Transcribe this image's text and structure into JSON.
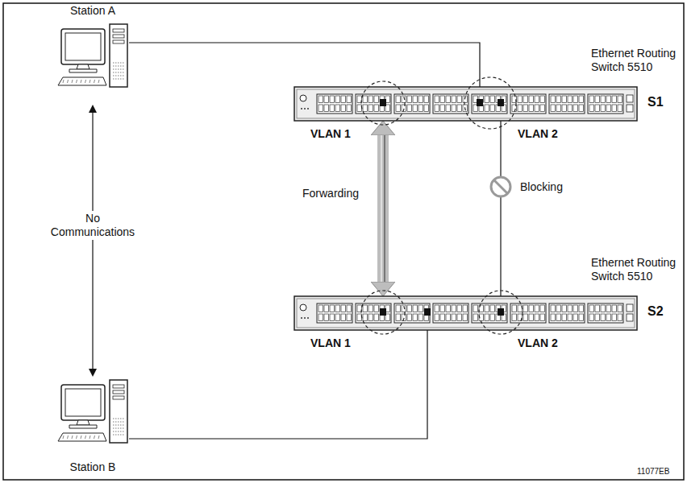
{
  "diagram": {
    "nodes": [
      {
        "text": [
          "Station A"
        ]
      },
      {
        "text": [
          "Ethernet Routing Switch 5510",
          "S1"
        ]
      },
      {
        "text": [
          "Ethernet Routing Switch 5510",
          "S2"
        ]
      },
      {
        "text": [
          "Station B"
        ]
      }
    ],
    "edges": [
      {
        "from": 0,
        "to": 1,
        "arrow": "none"
      },
      {
        "from": 1,
        "to": 2,
        "arrow": "both",
        "label": "Forwarding"
      },
      {
        "from": 1,
        "to": 2,
        "arrow": "none",
        "label": "Blocking"
      },
      {
        "from": 3,
        "to": 2,
        "arrow": "none"
      },
      {
        "from": 0,
        "to": 3,
        "arrow": "both",
        "label": "No Communications"
      }
    ],
    "labels": [
      "VLAN 1",
      "VLAN 2",
      "VLAN 1",
      "VLAN 2",
      "11077EB"
    ]
  }
}
